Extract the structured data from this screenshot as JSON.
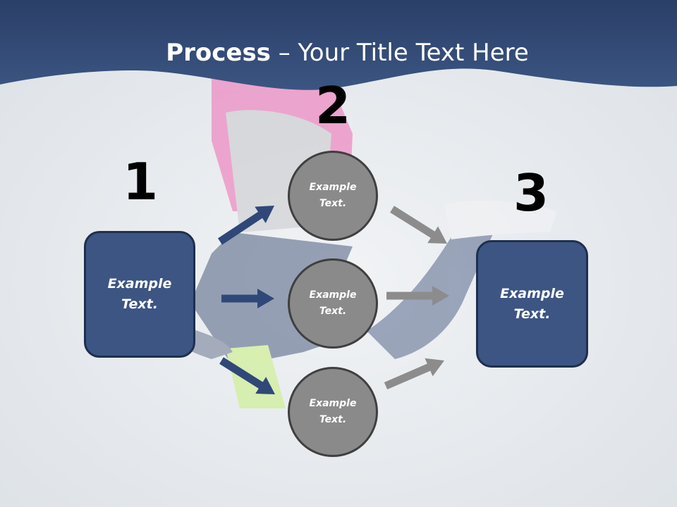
{
  "slide": {
    "title_bold": "Process",
    "title_rest": " – Your Title Text Here"
  },
  "steps": {
    "one": {
      "number": "1",
      "text": "Example Text."
    },
    "two": {
      "number": "2",
      "top": "Example Text.",
      "middle": "Example Text.",
      "bottom": "Example Text."
    },
    "three": {
      "number": "3",
      "text": "Example Text."
    }
  },
  "colors": {
    "header": "#2e4470",
    "box_fill": "#3c5583",
    "circle_fill": "#8a8a8a",
    "arrow_blue": "#2f4878",
    "arrow_gray": "#8c8c8c"
  }
}
